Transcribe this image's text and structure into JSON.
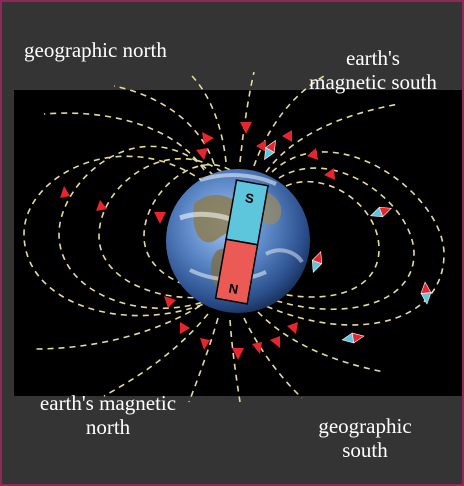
{
  "labels": {
    "geographic_north": "geographic north",
    "earths_magnetic_south": [
      "earth's",
      "magnetic south"
    ],
    "earths_magnetic_north": [
      "earth's magnetic",
      "north"
    ],
    "geographic_south": [
      "geographic",
      "south"
    ]
  },
  "magnet": {
    "south_pole_label": "S",
    "north_pole_label": "N",
    "south_color": "#5ec6dc",
    "north_color": "#ec5a55"
  },
  "colors": {
    "background": "#343434",
    "space": "#000000",
    "field_line": "#e6dc9a",
    "arrow": "#e8252d",
    "border": "#8a2a55",
    "text": "#ffffff"
  },
  "icons": [
    "compass-needle-icon",
    "field-arrow-icon",
    "earth-globe-icon",
    "bar-magnet-icon"
  ]
}
